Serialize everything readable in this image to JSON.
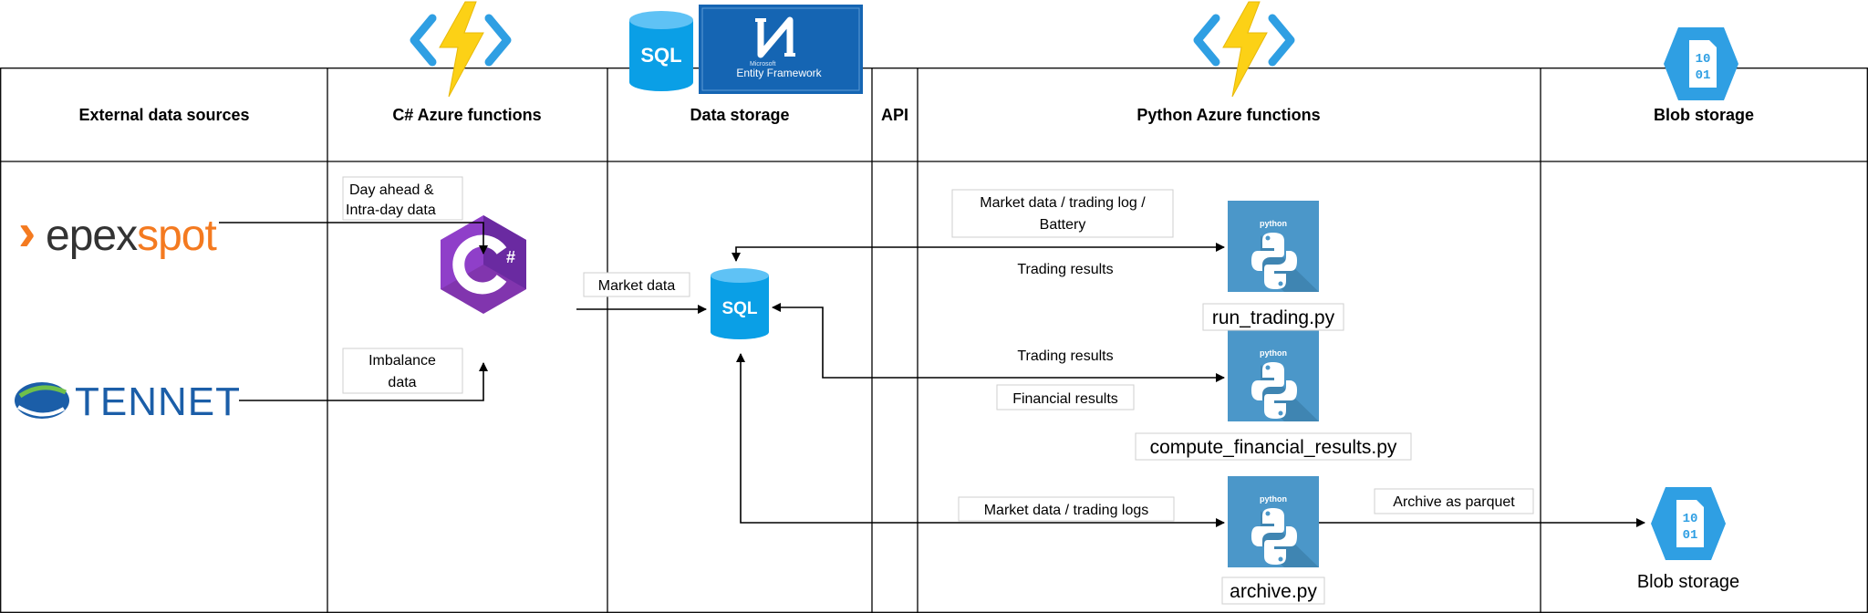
{
  "columns": [
    {
      "id": "external",
      "header": "External data sources"
    },
    {
      "id": "csharp",
      "header": "C# Azure functions"
    },
    {
      "id": "storage",
      "header": "Data storage"
    },
    {
      "id": "api",
      "header": "API"
    },
    {
      "id": "python",
      "header": "Python Azure functions"
    },
    {
      "id": "blob",
      "header": "Blob storage"
    }
  ],
  "logos": {
    "epex": {
      "prefix": "epex",
      "suffix": "spot",
      "chevron": "›",
      "color_prefix": "#333333",
      "color_suffix": "#f47a20"
    },
    "tennet": {
      "text": "TENNET",
      "color": "#1b5ea8"
    },
    "sql_text": "SQL",
    "csharp_text": "C#",
    "ef_small": "Microsoft",
    "ef_text": "Entity Framework",
    "python_text": "python",
    "blob_bits_top": "10",
    "blob_bits_bottom": "01"
  },
  "labels": {
    "day_ahead_1": "Day ahead &",
    "day_ahead_2": "Intra-day data",
    "imbalance_1": "Imbalance",
    "imbalance_2": "data",
    "market_data": "Market data",
    "run_in_1": "Market data / trading log /",
    "run_in_2": "Battery",
    "run_out": "Trading results",
    "fin_in": "Trading results",
    "fin_out": "Financial results",
    "arch_in": "Market data / trading logs",
    "arch_out": "Archive as parquet"
  },
  "scripts": {
    "run_trading": "run_trading.py",
    "compute_financial": "compute_financial_results.py",
    "archive": "archive.py"
  },
  "blob_caption": "Blob storage",
  "colors": {
    "azure_yellow": "#fcd116",
    "azure_blue": "#2f9fe3",
    "sql_blue": "#0a9fe6",
    "csharp_purple": "#8f3fc9",
    "python_tile": "#4b97c9",
    "ef_blue": "#1565b3"
  }
}
